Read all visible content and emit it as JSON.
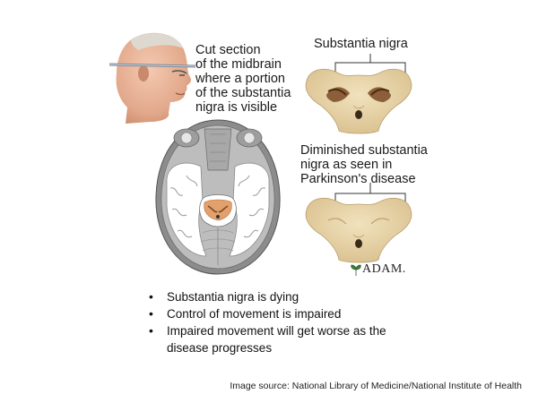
{
  "head_caption": [
    "Cut section",
    "of the midbrain",
    "where a portion",
    "of the substantia",
    "nigra is visible"
  ],
  "top_label": "Substantia nigra",
  "bottom_label": [
    "Diminished substantia",
    "nigra as seen in",
    "Parkinson's disease"
  ],
  "logo_text": "ADAM.",
  "bullets": [
    "Substantia nigra is dying",
    "Control of movement is impaired",
    "Impaired movement will get worse as the disease progresses"
  ],
  "source": "Image source: National Library of Medicine/National Institute of Health",
  "colors": {
    "skin": "#e8b39a",
    "tissue": "#ecd9ad",
    "nigra_dark": "#7a4a26",
    "nigra_region": "#e2a06c"
  }
}
